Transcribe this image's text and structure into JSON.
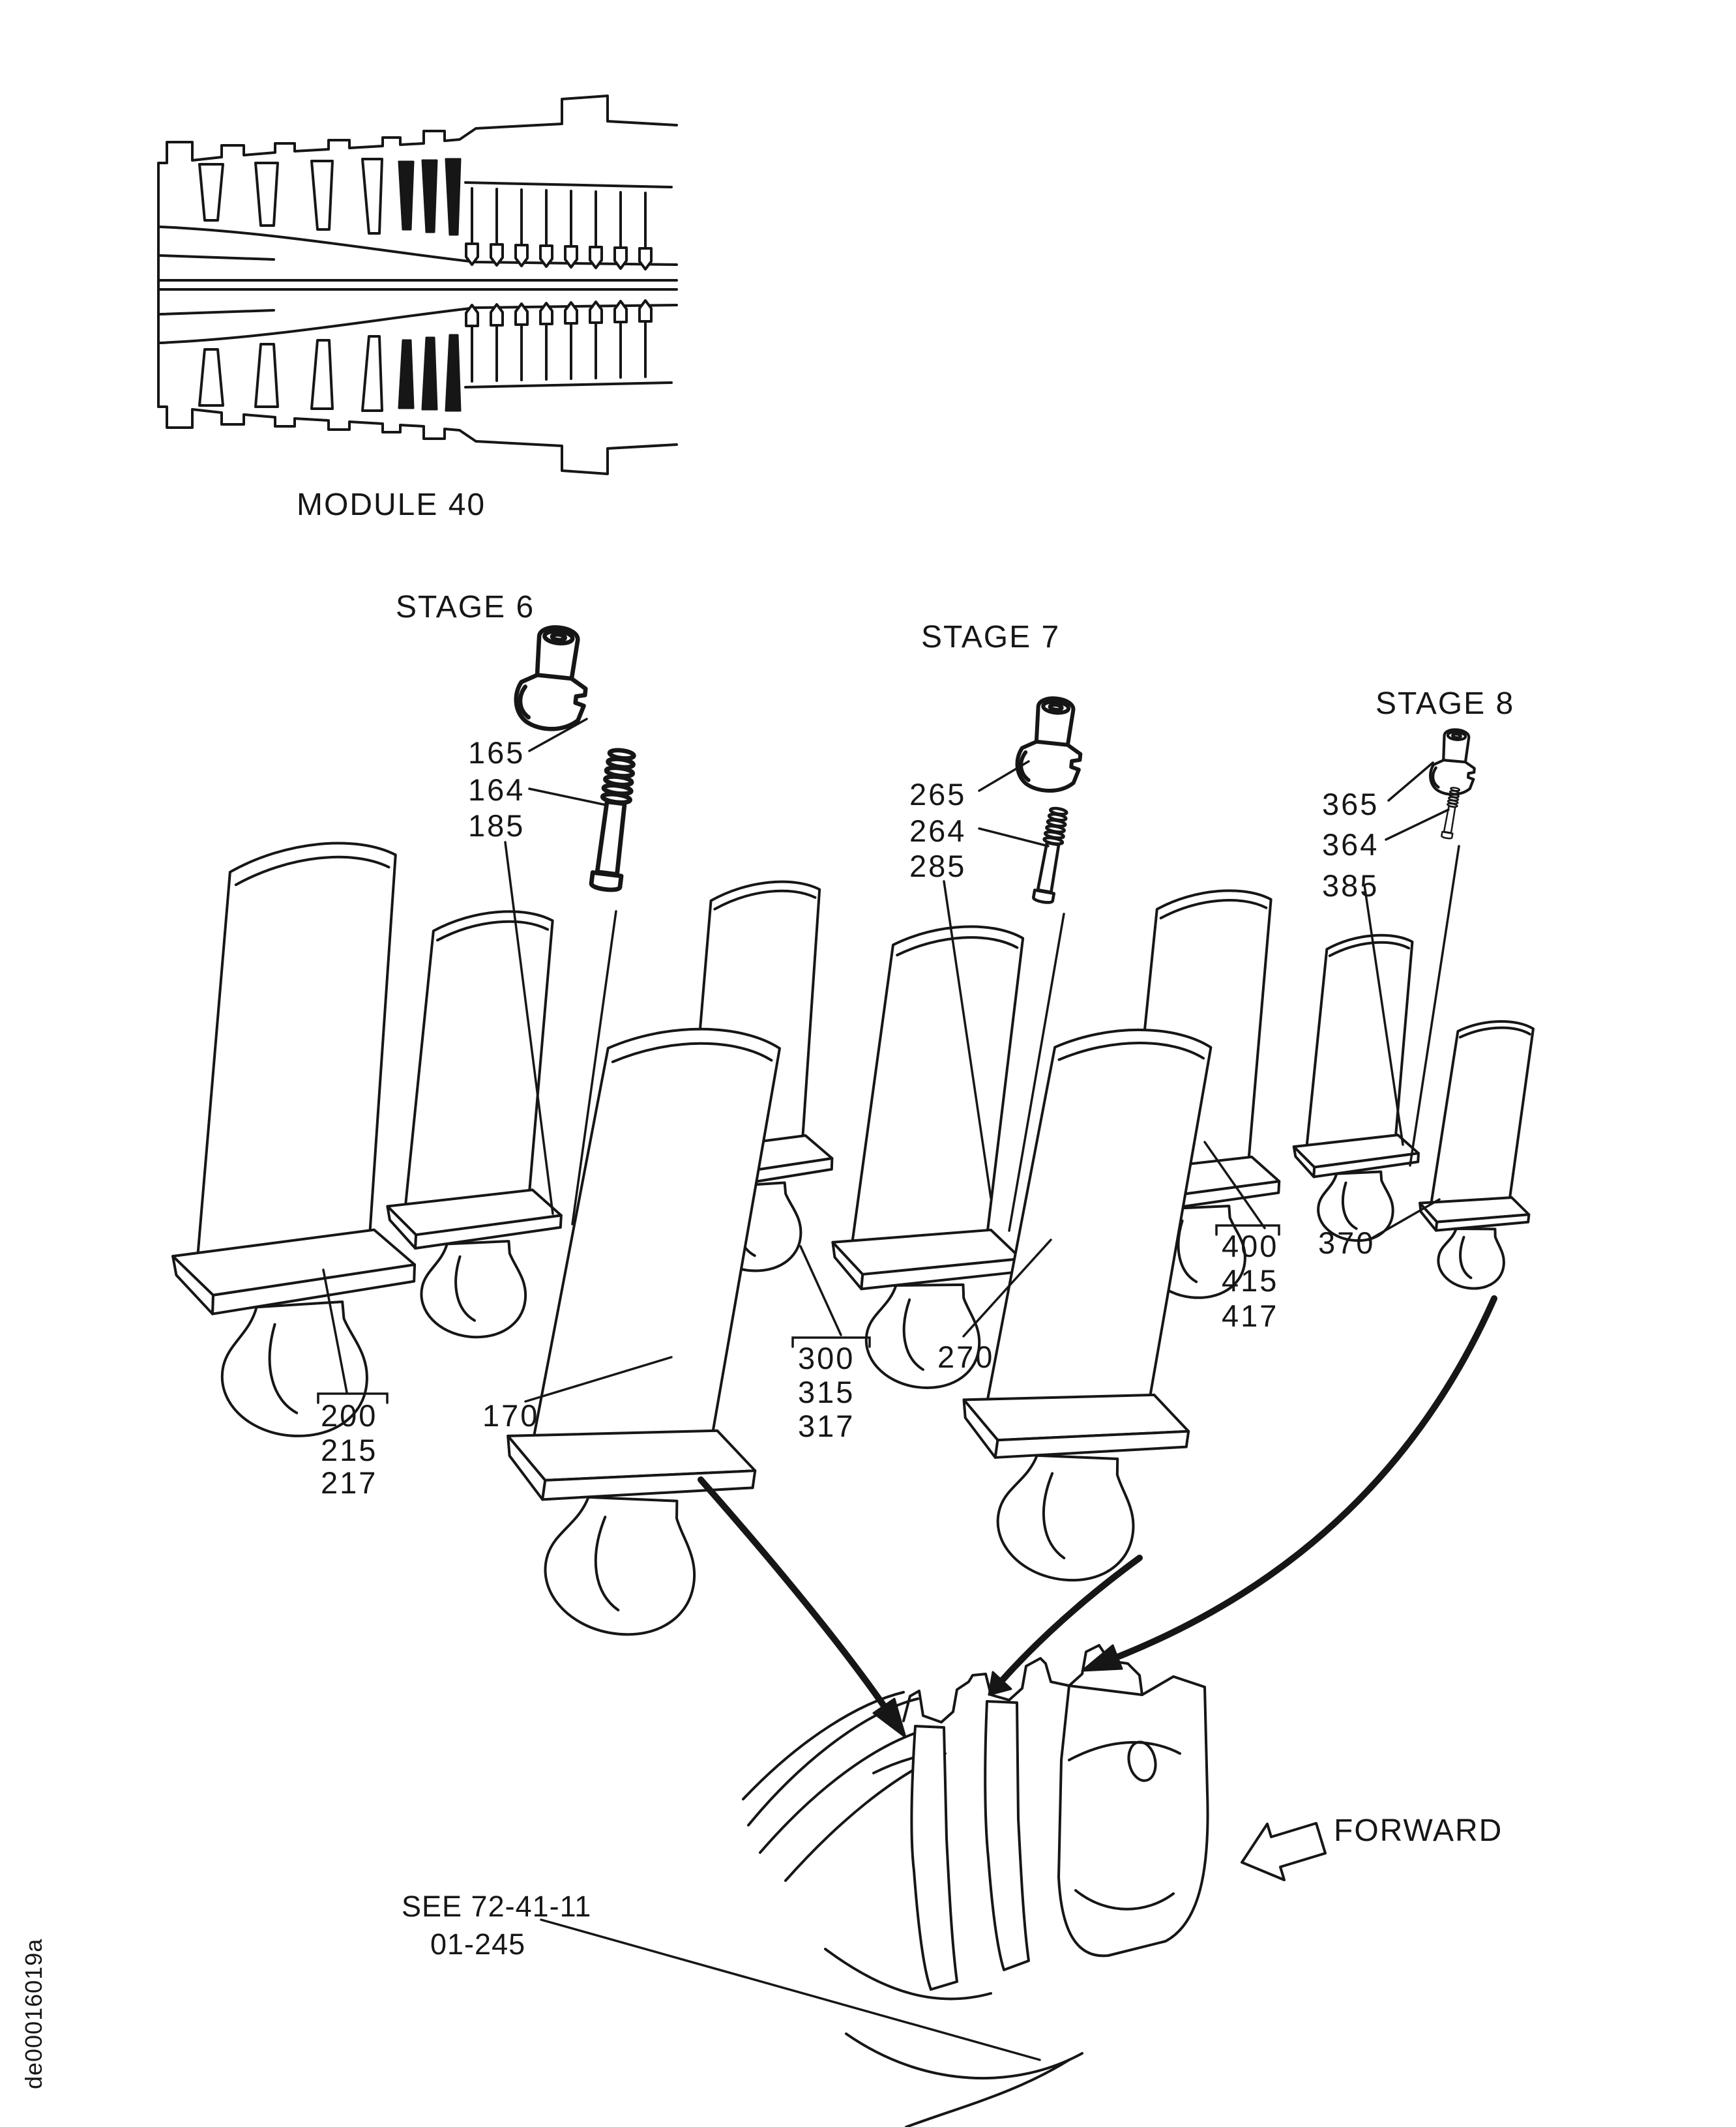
{
  "page": {
    "module_label": "MODULE 40",
    "doc_number": "de00016019a",
    "forward_label": "FORWARD",
    "see_reference": {
      "line1": "SEE 72-41-11",
      "line2": "01-245"
    },
    "stages": [
      {
        "label": "STAGE 6",
        "callouts": [
          "165",
          "164",
          "185"
        ],
        "blade_set": [
          "200",
          "215",
          "217"
        ],
        "blade_callout": "170"
      },
      {
        "label": "STAGE 7",
        "callouts": [
          "265",
          "264",
          "285"
        ],
        "blade_set": [
          "300",
          "315",
          "317"
        ],
        "blade_callout": "270"
      },
      {
        "label": "STAGE 8",
        "callouts": [
          "365",
          "364",
          "385"
        ],
        "blade_set": [
          "400",
          "415",
          "417"
        ],
        "blade_callout": "370"
      }
    ]
  }
}
